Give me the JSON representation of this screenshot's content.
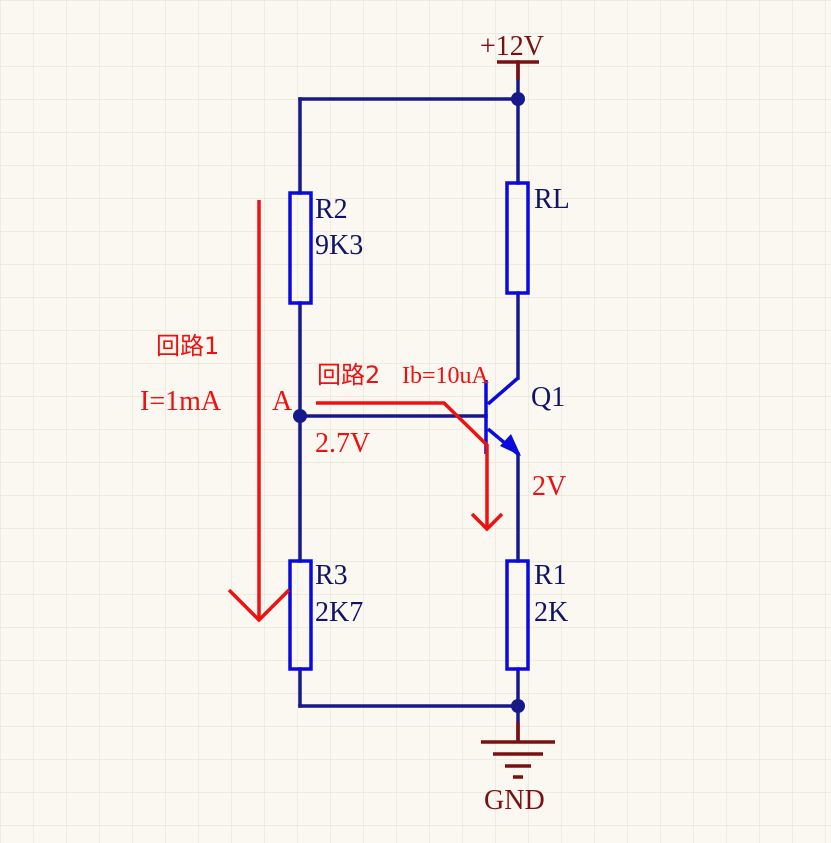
{
  "power": {
    "label": "+12V"
  },
  "ground": {
    "label": "GND"
  },
  "components": {
    "r2": {
      "designator": "R2",
      "value": "9K3"
    },
    "rl": {
      "designator": "RL"
    },
    "r3": {
      "designator": "R3",
      "value": "2K7"
    },
    "r1": {
      "designator": "R1",
      "value": "2K"
    },
    "q1": {
      "designator": "Q1"
    }
  },
  "nodes": {
    "a": {
      "label": "A",
      "voltage": "2.7V"
    },
    "emitter": {
      "voltage": "2V"
    }
  },
  "annotations": {
    "loop1": {
      "label": "回路1",
      "current": "I=1mA"
    },
    "loop2": {
      "label": "回路2",
      "current": "Ib=10uA"
    }
  },
  "colors": {
    "wire": "#17198a",
    "component": "#0a0adf",
    "label": "#101466",
    "power": "#7a1010",
    "annotation": "#ee1111",
    "grid": "#e3ded2"
  }
}
